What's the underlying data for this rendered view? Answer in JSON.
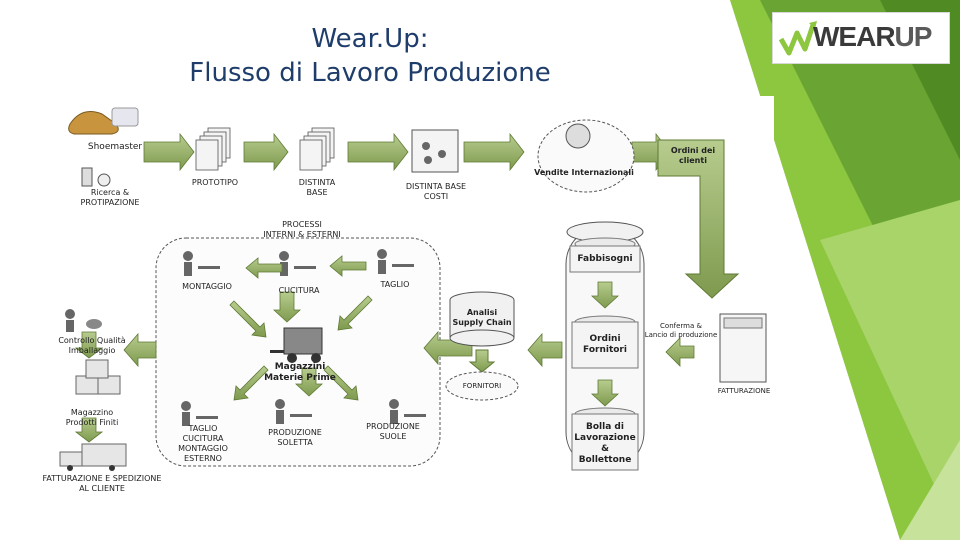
{
  "slide": {
    "title_line1": "Wear.Up:",
    "title_line2": "Flusso di Lavoro Produzione",
    "logo_text_wear": "WEAR",
    "logo_text_up": "UP"
  },
  "diagram": {
    "shoemaster": "Shoemaster",
    "ricerca": "Ricerca &\nPROTIPAZIONE",
    "prototipo": "PROTOTIPO",
    "distinta_base": "DISTINTA\nBASE",
    "distinta_costi": "DISTINTA BASE\nCOSTI",
    "vendite": "Vendite Internazionali",
    "ordini_clienti": "Ordini dei\nclienti",
    "processi": "PROCESSI\nINTERNI & ESTERNI",
    "montaggio": "MONTAGGIO",
    "cucitura": "CUCITURA",
    "taglio": "TAGLIO",
    "magazzini": "Magazzini\nMaterie Prime",
    "taglio_esterno": "TAGLIO\nCUCITURA\nMONTAGGIO\nESTERNO",
    "produzione_soletta": "PRODUZIONE\nSOLETTA",
    "produzione_suole": "PRODUZIONE\nSUOLE",
    "controllo": "Controllo Qualità\nImballaggio",
    "magazzino_finiti": "Magazzino\nProdotti Finiti",
    "fatturazione": "FATTURAZIONE E SPEDIZIONE\nAL CLIENTE",
    "analisi": "Analisi\nSupply Chain",
    "fornitori": "FORNITORI",
    "fabbisogni": "Fabbisogni",
    "ordini_fornitori": "Ordini\nFornitori",
    "bolla": "Bolla di\nLavorazione\n&\nBollettone",
    "conferma": "Conferma &\nLancio di produzione",
    "fattura": "FATTURAZIONE"
  }
}
